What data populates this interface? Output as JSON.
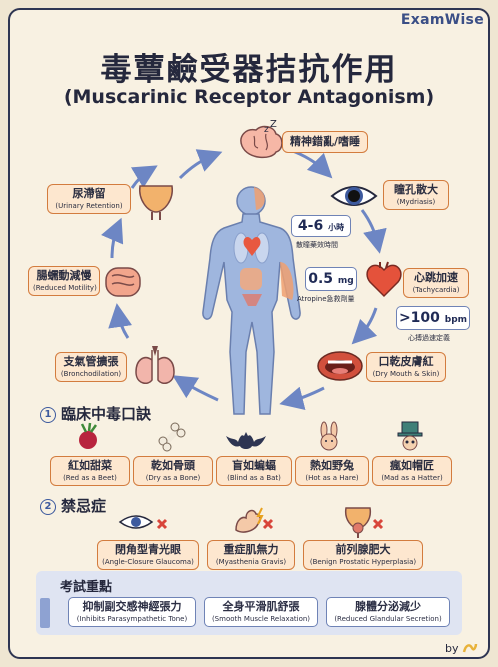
{
  "brand": "ExamWise",
  "title_zh": "毒蕈鹼受器拮抗作用",
  "title_en": "(Muscarinic Receptor Antagonism)",
  "cycle": {
    "cns": {
      "zh": "精神錯亂/嗜睡"
    },
    "eye": {
      "zh": "瞳孔散大",
      "en": "(Mydriasis)"
    },
    "duration": {
      "value": "4-6",
      "unit": "小時",
      "caption": "散瞳藥效時間"
    },
    "heart": {
      "zh": "心跳加速",
      "en": "(Tachycardia)"
    },
    "dose": {
      "value": "0.5",
      "unit": "mg",
      "caption": "Atropine急救劑量"
    },
    "hr": {
      "value": ">100",
      "unit": "bpm",
      "caption": "心搏過速定義"
    },
    "mouth": {
      "zh": "口乾皮膚紅",
      "en": "(Dry Mouth & Skin)"
    },
    "bronchi": {
      "zh": "支氣管擴張",
      "en": "(Bronchodilation)"
    },
    "gut": {
      "zh": "腸蠕動減慢",
      "en": "(Reduced Motility)"
    },
    "bladder": {
      "zh": "尿滯留",
      "en": "(Urinary Retention)"
    }
  },
  "mnemonic": {
    "number": "1",
    "title": "臨床中毒口訣",
    "items": [
      {
        "zh": "紅如甜菜",
        "en": "(Red as a Beet)",
        "icon": "beet-icon"
      },
      {
        "zh": "乾如骨頭",
        "en": "(Dry as a Bone)",
        "icon": "bone-icon"
      },
      {
        "zh": "盲如蝙蝠",
        "en": "(Blind as a Bat)",
        "icon": "bat-icon"
      },
      {
        "zh": "熱如野兔",
        "en": "(Hot as a Hare)",
        "icon": "rabbit-icon"
      },
      {
        "zh": "瘋如帽匠",
        "en": "(Mad as a Hatter)",
        "icon": "hatter-icon"
      }
    ]
  },
  "contra": {
    "number": "2",
    "title": "禁忌症",
    "items": [
      {
        "zh": "閉角型青光眼",
        "en": "(Angle-Closure Glaucoma)",
        "icon": "eye-cross-icon"
      },
      {
        "zh": "重症肌無力",
        "en": "(Myasthenia Gravis)",
        "icon": "muscle-cross-icon"
      },
      {
        "zh": "前列腺肥大",
        "en": "(Benign Prostatic Hyperplasia)",
        "icon": "prostate-cross-icon"
      }
    ]
  },
  "exam": {
    "title": "考試重點",
    "items": [
      {
        "zh": "抑制副交感神經張力",
        "en": "(Inhibits Parasympathetic Tone)"
      },
      {
        "zh": "全身平滑肌舒張",
        "en": "(Smooth Muscle Relaxation)"
      },
      {
        "zh": "腺體分泌減少",
        "en": "(Reduced Glandular Secretion)"
      }
    ]
  },
  "byline": "by",
  "colors": {
    "accent": "#3b4f86",
    "pill_fill": "#fde7cf",
    "pill_border": "#d37c3e",
    "body": "#9fb6de",
    "arrow": "#6d86c4"
  }
}
